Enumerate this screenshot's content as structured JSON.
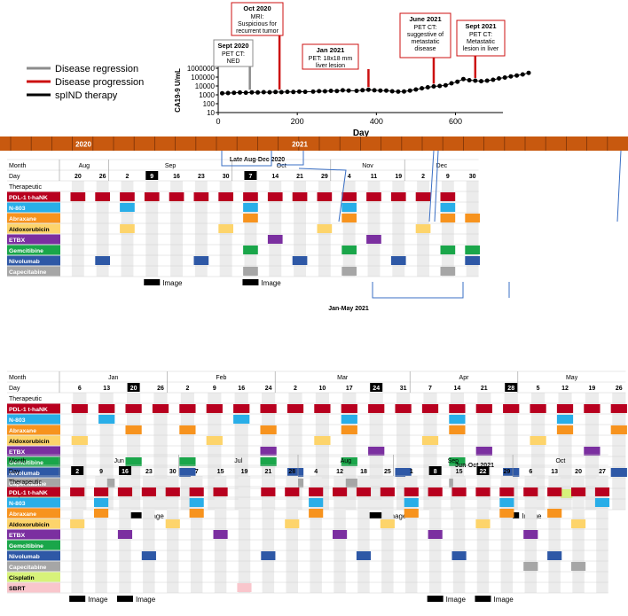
{
  "legend": [
    {
      "label": "Disease regression",
      "color": "#8c8c8c"
    },
    {
      "label": "Disease progression",
      "color": "#cc1010"
    },
    {
      "label": "spIND therapy",
      "color": "#000000"
    }
  ],
  "colors": {
    "timeline_bar": "#c8590f",
    "timeline_text": "#ffffff",
    "image_marker": "#000000",
    "row_stripe": "#ececec",
    "highlight_day_bg": "#000000",
    "connector": "#3a6fc4"
  },
  "chart_data": {
    "type": "line",
    "ylabel": "CA19-9 U/mL",
    "xlabel": "Day",
    "log_scale": true,
    "yticks": [
      "1000000",
      "100000",
      "10000",
      "1000",
      "100",
      "10"
    ],
    "xticks": [
      0,
      200,
      400,
      600
    ],
    "xlim": [
      0,
      720
    ],
    "series": [
      {
        "points": [
          [
            10,
            1500
          ],
          [
            25,
            1600
          ],
          [
            40,
            1700
          ],
          [
            55,
            1800
          ],
          [
            70,
            1750
          ],
          [
            85,
            1900
          ],
          [
            100,
            1850
          ],
          [
            115,
            2000
          ],
          [
            130,
            1950
          ],
          [
            145,
            2100
          ],
          [
            160,
            2000
          ],
          [
            175,
            2200
          ],
          [
            190,
            2100
          ],
          [
            205,
            2300
          ],
          [
            220,
            2200
          ],
          [
            240,
            2300
          ],
          [
            255,
            2600
          ],
          [
            270,
            2500
          ],
          [
            285,
            2800
          ],
          [
            300,
            2700
          ],
          [
            315,
            3200
          ],
          [
            330,
            3000
          ],
          [
            350,
            2800
          ],
          [
            365,
            3300
          ],
          [
            380,
            3800
          ],
          [
            395,
            3200
          ],
          [
            410,
            3000
          ],
          [
            425,
            3000
          ],
          [
            440,
            2500
          ],
          [
            455,
            2300
          ],
          [
            470,
            2400
          ],
          [
            485,
            3000
          ],
          [
            500,
            4000
          ],
          [
            515,
            5500
          ],
          [
            530,
            7000
          ],
          [
            545,
            9000
          ],
          [
            560,
            10000
          ],
          [
            575,
            12000
          ],
          [
            590,
            20000
          ],
          [
            605,
            30000
          ],
          [
            620,
            60000
          ],
          [
            635,
            45000
          ],
          [
            650,
            40000
          ],
          [
            665,
            35000
          ],
          [
            680,
            40000
          ],
          [
            695,
            50000
          ],
          [
            710,
            70000
          ],
          [
            725,
            90000
          ],
          [
            740,
            120000
          ],
          [
            755,
            150000
          ],
          [
            770,
            200000
          ],
          [
            785,
            300000
          ]
        ]
      }
    ],
    "annotations": [
      {
        "id": "sep2020",
        "label": "Sept 2020",
        "lines": [
          "PET CT:",
          "NED"
        ],
        "kind": "regression",
        "day": 80
      },
      {
        "id": "oct2020",
        "label": "Oct 2020",
        "lines": [
          "MRI:",
          "Suspicious for",
          "recurrent tumor"
        ],
        "kind": "progression",
        "day": 155
      },
      {
        "id": "jan2021",
        "label": "Jan 2021",
        "lines": [
          "PET: 18x18 mm",
          "liver lesion"
        ],
        "kind": "progression",
        "day": 380
      },
      {
        "id": "jun2021",
        "label": "June 2021",
        "lines": [
          "PET CT:",
          "suggestive of",
          "metastatic",
          "disease"
        ],
        "kind": "progression",
        "day": 545
      },
      {
        "id": "sep2021",
        "label": "Sept 2021",
        "lines": [
          "PET CT:",
          "Metastatic",
          "lesion in liver"
        ],
        "kind": "progression",
        "day": 650
      }
    ]
  },
  "timeline": {
    "left_label": "2020",
    "right_label": "2021"
  },
  "period_titles": {
    "p1": "Late Aug-Dec 2020",
    "p2": "Jan-May 2021",
    "p3": "Jun-Oct 2021"
  },
  "row_labels": {
    "month": "Month",
    "day": "Day",
    "therapeutic": "Therapeutic"
  },
  "image_label": "Image",
  "drugs": [
    {
      "id": "pdl1",
      "name": "PDL-1 t-haNK",
      "color": "#b8001f",
      "text": "#ffffff"
    },
    {
      "id": "n803",
      "name": "N-803",
      "color": "#29aee8",
      "text": "#ffffff"
    },
    {
      "id": "abraxane",
      "name": "Abraxane",
      "color": "#f7931e",
      "text": "#ffffff"
    },
    {
      "id": "aldo",
      "name": "Aldoxorubicin",
      "color": "#fdd46b",
      "text": "#000000"
    },
    {
      "id": "etbx",
      "name": "ETBX",
      "color": "#7b2fa0",
      "text": "#ffffff"
    },
    {
      "id": "gem",
      "name": "Gemcitibine",
      "color": "#1aa64a",
      "text": "#ffffff"
    },
    {
      "id": "nivo",
      "name": "Nivolumab",
      "color": "#2e58a6",
      "text": "#ffffff"
    },
    {
      "id": "cape",
      "name": "Capecitabine",
      "color": "#a6a6a6",
      "text": "#ffffff"
    },
    {
      "id": "cis",
      "name": "Cisplatin",
      "color": "#d7f27a",
      "text": "#000000"
    },
    {
      "id": "sbrt",
      "name": "SBRT",
      "color": "#f9c6cc",
      "text": "#000000"
    }
  ],
  "panels": [
    {
      "id": "p1",
      "drugs": [
        "pdl1",
        "n803",
        "abraxane",
        "aldo",
        "etbx",
        "gem",
        "nivo",
        "cape"
      ],
      "months": [
        {
          "label": "Aug",
          "span": 2
        },
        {
          "label": "Sep",
          "span": 5
        },
        {
          "label": "Oct",
          "span": 4
        },
        {
          "label": "Nov",
          "span": 3
        },
        {
          "label": "Dec",
          "span": 3
        }
      ],
      "days": [
        {
          "d": "20",
          "hl": false,
          "img": false,
          "doses": [
            "pdl1"
          ]
        },
        {
          "d": "26",
          "hl": false,
          "img": false,
          "doses": [
            "pdl1",
            "nivo"
          ]
        },
        {
          "d": "2",
          "hl": false,
          "img": false,
          "doses": [
            "pdl1",
            "n803",
            "aldo"
          ]
        },
        {
          "d": "9",
          "hl": true,
          "img": true,
          "doses": [
            "pdl1"
          ]
        },
        {
          "d": "16",
          "hl": false,
          "img": false,
          "doses": [
            "pdl1"
          ]
        },
        {
          "d": "23",
          "hl": false,
          "img": false,
          "doses": [
            "pdl1",
            "nivo"
          ]
        },
        {
          "d": "30",
          "hl": false,
          "img": false,
          "doses": [
            "pdl1",
            "aldo"
          ]
        },
        {
          "d": "7",
          "hl": true,
          "img": true,
          "doses": [
            "pdl1",
            "n803",
            "abraxane",
            "gem",
            "cape"
          ]
        },
        {
          "d": "14",
          "hl": false,
          "img": false,
          "doses": [
            "pdl1",
            "etbx"
          ]
        },
        {
          "d": "21",
          "hl": false,
          "img": false,
          "doses": [
            "pdl1",
            "nivo"
          ]
        },
        {
          "d": "29",
          "hl": false,
          "img": false,
          "doses": [
            "pdl1",
            "aldo"
          ]
        },
        {
          "d": "4",
          "hl": false,
          "img": false,
          "doses": [
            "pdl1",
            "n803",
            "abraxane",
            "gem",
            "cape"
          ]
        },
        {
          "d": "11",
          "hl": false,
          "img": false,
          "doses": [
            "pdl1",
            "etbx"
          ]
        },
        {
          "d": "19",
          "hl": false,
          "img": false,
          "doses": [
            "pdl1",
            "nivo"
          ]
        },
        {
          "d": "2",
          "hl": false,
          "img": false,
          "doses": [
            "pdl1",
            "aldo"
          ]
        },
        {
          "d": "9",
          "hl": false,
          "img": false,
          "doses": [
            "pdl1",
            "n803",
            "abraxane",
            "gem",
            "cape"
          ]
        },
        {
          "d": "30",
          "hl": false,
          "img": false,
          "doses": [
            "abraxane",
            "gem",
            "nivo"
          ]
        }
      ]
    },
    {
      "id": "p2",
      "drugs": [
        "pdl1",
        "n803",
        "abraxane",
        "aldo",
        "etbx",
        "gem",
        "nivo",
        "cape",
        "cis",
        "sbrt"
      ],
      "months": [
        {
          "label": "Jan",
          "span": 4
        },
        {
          "label": "Feb",
          "span": 4
        },
        {
          "label": "Mar",
          "span": 5
        },
        {
          "label": "Apr",
          "span": 4
        },
        {
          "label": "May",
          "span": 4
        }
      ],
      "days": [
        {
          "d": "6",
          "hl": false,
          "img": false,
          "doses": [
            "pdl1",
            "aldo"
          ]
        },
        {
          "d": "13",
          "hl": false,
          "img": false,
          "doses": [
            "pdl1",
            "n803",
            "cape"
          ]
        },
        {
          "d": "20",
          "hl": true,
          "img": true,
          "doses": [
            "pdl1",
            "abraxane",
            "gem"
          ]
        },
        {
          "d": "26",
          "hl": false,
          "img": false,
          "doses": [
            "pdl1"
          ]
        },
        {
          "d": "2",
          "hl": false,
          "img": false,
          "doses": [
            "pdl1",
            "abraxane",
            "gem",
            "nivo"
          ]
        },
        {
          "d": "9",
          "hl": false,
          "img": false,
          "doses": [
            "pdl1",
            "aldo"
          ]
        },
        {
          "d": "16",
          "hl": false,
          "img": false,
          "doses": [
            "pdl1",
            "n803"
          ]
        },
        {
          "d": "24",
          "hl": false,
          "img": false,
          "doses": [
            "pdl1",
            "abraxane",
            "etbx",
            "gem"
          ]
        },
        {
          "d": "2",
          "hl": false,
          "img": false,
          "doses": [
            "pdl1",
            "nivo",
            "cape"
          ]
        },
        {
          "d": "10",
          "hl": false,
          "img": false,
          "doses": [
            "pdl1",
            "aldo"
          ]
        },
        {
          "d": "17",
          "hl": false,
          "img": false,
          "doses": [
            "pdl1",
            "n803",
            "abraxane",
            "gem",
            "cape"
          ]
        },
        {
          "d": "24",
          "hl": true,
          "img": true,
          "doses": [
            "pdl1",
            "etbx"
          ]
        },
        {
          "d": "31",
          "hl": false,
          "img": false,
          "doses": [
            "pdl1",
            "nivo"
          ]
        },
        {
          "d": "7",
          "hl": false,
          "img": false,
          "doses": [
            "pdl1",
            "aldo"
          ]
        },
        {
          "d": "14",
          "hl": false,
          "img": false,
          "doses": [
            "pdl1",
            "n803",
            "abraxane",
            "gem",
            "cape"
          ]
        },
        {
          "d": "21",
          "hl": false,
          "img": false,
          "doses": [
            "pdl1",
            "etbx"
          ]
        },
        {
          "d": "28",
          "hl": true,
          "img": true,
          "doses": [
            "pdl1",
            "nivo"
          ]
        },
        {
          "d": "5",
          "hl": false,
          "img": false,
          "doses": [
            "pdl1",
            "aldo"
          ]
        },
        {
          "d": "12",
          "hl": false,
          "img": false,
          "doses": [
            "pdl1",
            "n803",
            "abraxane",
            "cis"
          ]
        },
        {
          "d": "19",
          "hl": false,
          "img": false,
          "doses": [
            "pdl1",
            "etbx"
          ]
        },
        {
          "d": "26",
          "hl": false,
          "img": false,
          "doses": [
            "pdl1",
            "abraxane",
            "nivo"
          ]
        }
      ]
    },
    {
      "id": "p3",
      "drugs": [
        "pdl1",
        "n803",
        "abraxane",
        "aldo",
        "etbx",
        "gem",
        "nivo",
        "cape",
        "cis",
        "sbrt"
      ],
      "months": [
        {
          "label": "Jun",
          "span": 5
        },
        {
          "label": "Jul",
          "span": 5
        },
        {
          "label": "Aug",
          "span": 4
        },
        {
          "label": "Sep",
          "span": 5
        },
        {
          "label": "Oct",
          "span": 4
        }
      ],
      "days": [
        {
          "d": "2",
          "hl": true,
          "img": true,
          "doses": [
            "pdl1",
            "aldo"
          ]
        },
        {
          "d": "9",
          "hl": false,
          "img": false,
          "doses": [
            "pdl1",
            "n803",
            "abraxane"
          ]
        },
        {
          "d": "16",
          "hl": true,
          "img": true,
          "doses": [
            "pdl1",
            "etbx"
          ]
        },
        {
          "d": "23",
          "hl": false,
          "img": false,
          "doses": [
            "pdl1",
            "nivo"
          ]
        },
        {
          "d": "30",
          "hl": false,
          "img": false,
          "doses": [
            "pdl1",
            "aldo"
          ]
        },
        {
          "d": "7",
          "hl": false,
          "img": false,
          "doses": [
            "pdl1",
            "n803",
            "abraxane"
          ]
        },
        {
          "d": "15",
          "hl": false,
          "img": false,
          "doses": [
            "pdl1",
            "etbx"
          ]
        },
        {
          "d": "19",
          "hl": false,
          "img": false,
          "doses": [
            "sbrt"
          ]
        },
        {
          "d": "21",
          "hl": false,
          "img": false,
          "doses": [
            "pdl1",
            "nivo"
          ]
        },
        {
          "d": "28",
          "hl": false,
          "img": false,
          "doses": [
            "pdl1",
            "aldo"
          ]
        },
        {
          "d": "4",
          "hl": false,
          "img": false,
          "doses": [
            "pdl1",
            "n803",
            "abraxane"
          ]
        },
        {
          "d": "12",
          "hl": false,
          "img": false,
          "doses": [
            "pdl1",
            "etbx"
          ]
        },
        {
          "d": "18",
          "hl": false,
          "img": false,
          "doses": [
            "pdl1",
            "nivo"
          ]
        },
        {
          "d": "25",
          "hl": false,
          "img": false,
          "doses": [
            "pdl1",
            "aldo"
          ]
        },
        {
          "d": "1",
          "hl": false,
          "img": false,
          "doses": [
            "pdl1",
            "n803",
            "abraxane"
          ]
        },
        {
          "d": "8",
          "hl": true,
          "img": true,
          "doses": [
            "pdl1",
            "etbx"
          ]
        },
        {
          "d": "15",
          "hl": false,
          "img": false,
          "doses": [
            "pdl1",
            "nivo"
          ]
        },
        {
          "d": "22",
          "hl": true,
          "img": true,
          "doses": [
            "pdl1",
            "aldo"
          ]
        },
        {
          "d": "29",
          "hl": false,
          "img": false,
          "doses": [
            "pdl1",
            "n803",
            "abraxane"
          ]
        },
        {
          "d": "6",
          "hl": false,
          "img": false,
          "doses": [
            "pdl1",
            "etbx",
            "cape"
          ]
        },
        {
          "d": "13",
          "hl": false,
          "img": false,
          "doses": [
            "pdl1",
            "abraxane",
            "nivo"
          ]
        },
        {
          "d": "20",
          "hl": false,
          "img": false,
          "doses": [
            "pdl1",
            "aldo",
            "cape"
          ]
        },
        {
          "d": "27",
          "hl": false,
          "img": false,
          "doses": [
            "pdl1",
            "n803"
          ]
        }
      ]
    }
  ]
}
